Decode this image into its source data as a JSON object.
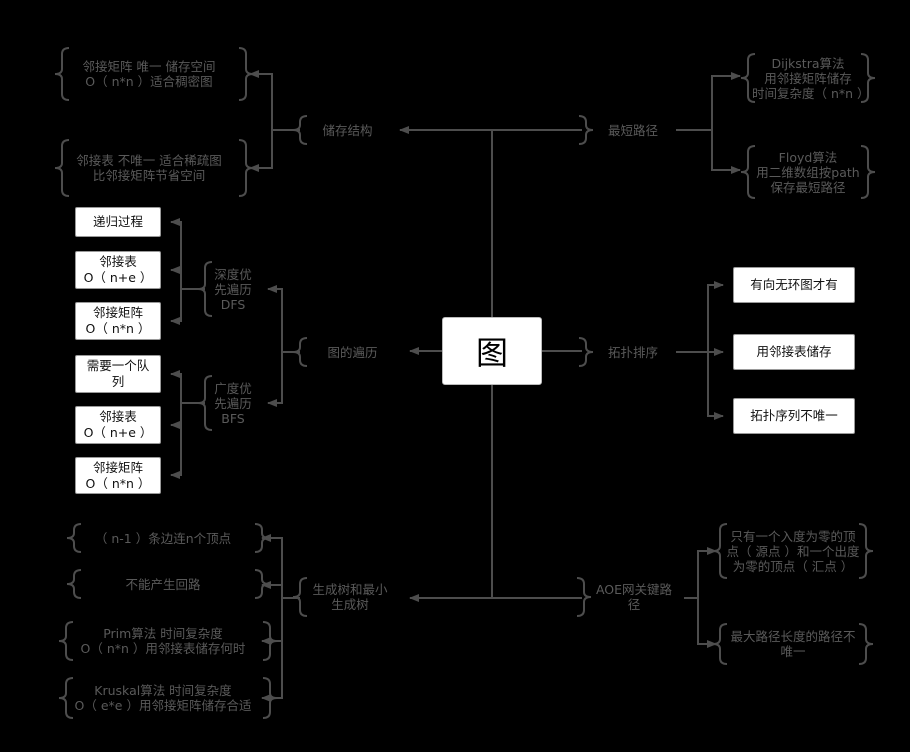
{
  "center": "图",
  "left": {
    "storage": {
      "label": "储存结构",
      "items": [
        "邻接矩阵 唯一 储存空间\nO（ n*n ）适合稠密图",
        "邻接表 不唯一 适合稀疏图\n比邻接矩阵节省空间"
      ]
    },
    "traverse": {
      "label": "图的遍历",
      "dfs": {
        "label": "深度优\n先遍历\nDFS",
        "items": [
          "递归过程",
          "邻接表\nO（ n+e ）",
          "邻接矩阵\nO（ n*n ）"
        ]
      },
      "bfs": {
        "label": "广度优\n先遍历\nBFS",
        "items": [
          "需要一个队\n列",
          "邻接表\nO（ n+e ）",
          "邻接矩阵\nO（ n*n ）"
        ]
      }
    },
    "mst": {
      "label": "生成树和最小\n生成树",
      "items": [
        "（ n-1 ）条边连n个顶点",
        "不能产生回路",
        "Prim算法 时间复杂度\nO（ n*n ）用邻接表储存何时",
        "Kruskal算法 时间复杂度\nO（ e*e ）用邻接矩阵储存合适"
      ]
    }
  },
  "right": {
    "shortest": {
      "label": "最短路径",
      "items": [
        "Dijkstra算法\n用邻接矩阵储存\n时间复杂度（ n*n ）",
        "Floyd算法\n用二维数组按path\n保存最短路径"
      ]
    },
    "topo": {
      "label": "拓扑排序",
      "items": [
        "有向无环图才有",
        "用邻接表储存",
        "拓扑序列不唯一"
      ]
    },
    "aoe": {
      "label": "AOE网关键路\n径",
      "items": [
        "只有一个入度为零的顶\n点（ 源点 ）和一个出度\n为零的顶点（ 汇点 ）",
        "最大路径长度的路径不\n唯一"
      ]
    }
  }
}
